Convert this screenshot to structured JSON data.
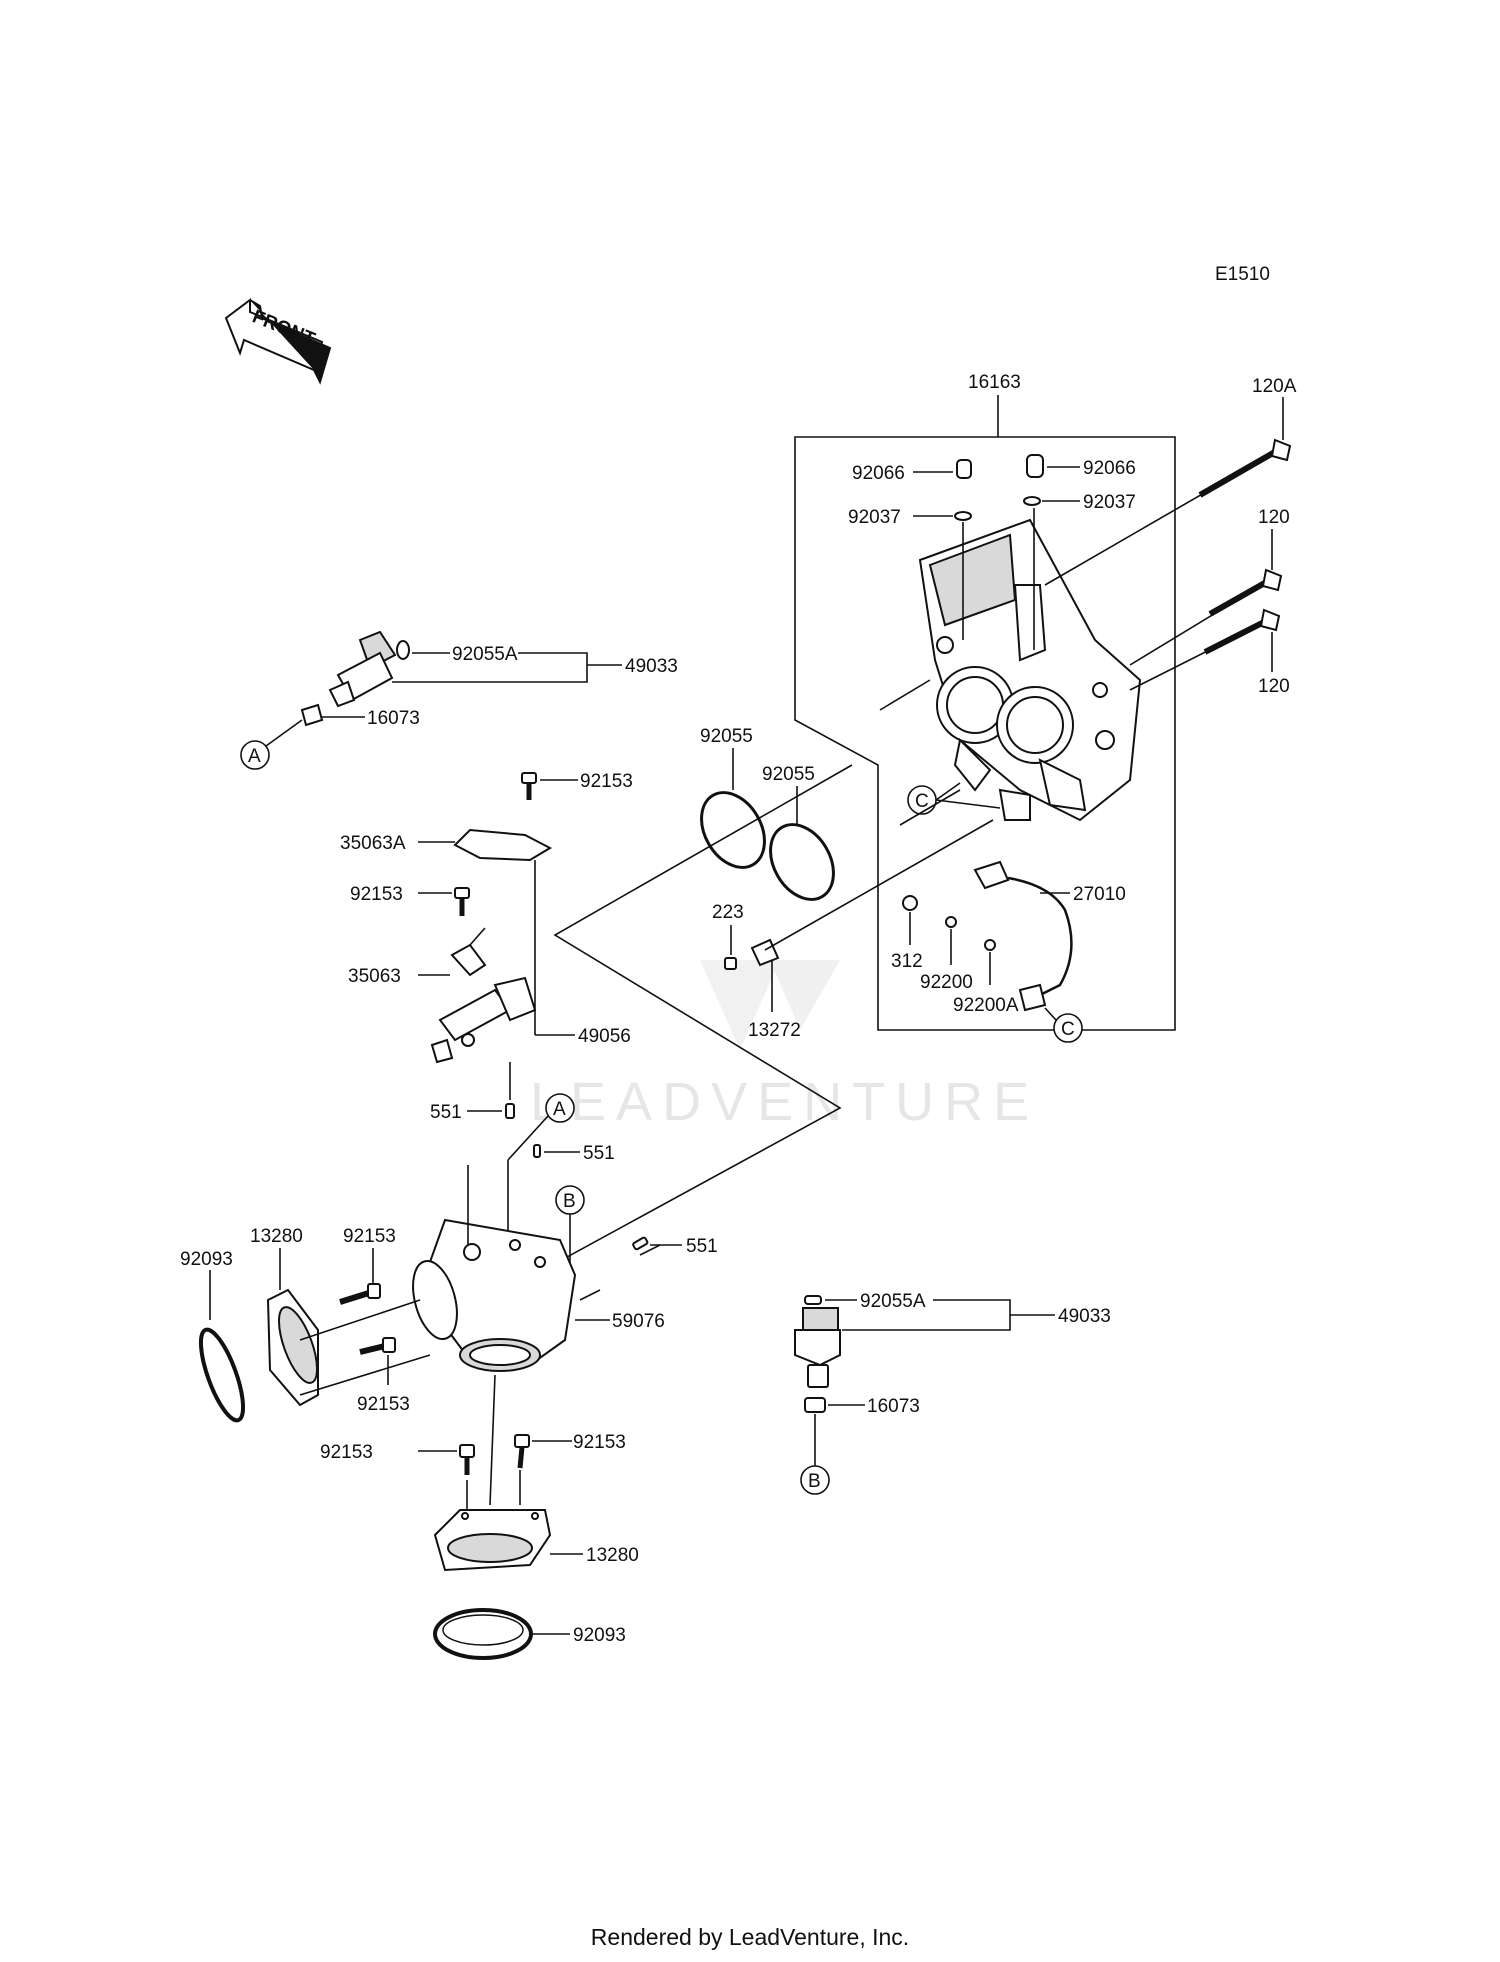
{
  "diagram_id": "E1510",
  "front_label": "FRONT",
  "watermark": "LEADVENTURE",
  "footer": "Rendered by LeadVenture, Inc.",
  "labels": {
    "p16163": "16163",
    "p120A": "120A",
    "p120_a": "120",
    "p120_b": "120",
    "p92066_l": "92066",
    "p92066_r": "92066",
    "p92037_l": "92037",
    "p92037_r": "92037",
    "p92055A_t": "92055A",
    "p49033_t": "49033",
    "p16073_t": "16073",
    "p92153_a": "92153",
    "p35063A": "35063A",
    "p92153_b": "92153",
    "p35063": "35063",
    "p49056": "49056",
    "p551_a": "551",
    "p551_b": "551",
    "p551_c": "551",
    "p92055_a": "92055",
    "p92055_b": "92055",
    "p223": "223",
    "p13272": "13272",
    "p27010": "27010",
    "p312": "312",
    "p92200": "92200",
    "p92200A": "92200A",
    "p13280_l": "13280",
    "p92093_l": "92093",
    "p92153_c": "92153",
    "p92153_d": "92153",
    "p59076": "59076",
    "p92153_e": "92153",
    "p92153_f": "92153",
    "p13280_b": "13280",
    "p92093_b": "92093",
    "p92055A_r": "92055A",
    "p49033_r": "49033",
    "p16073_r": "16073"
  },
  "refs": {
    "A": "A",
    "B": "B",
    "C": "C"
  }
}
